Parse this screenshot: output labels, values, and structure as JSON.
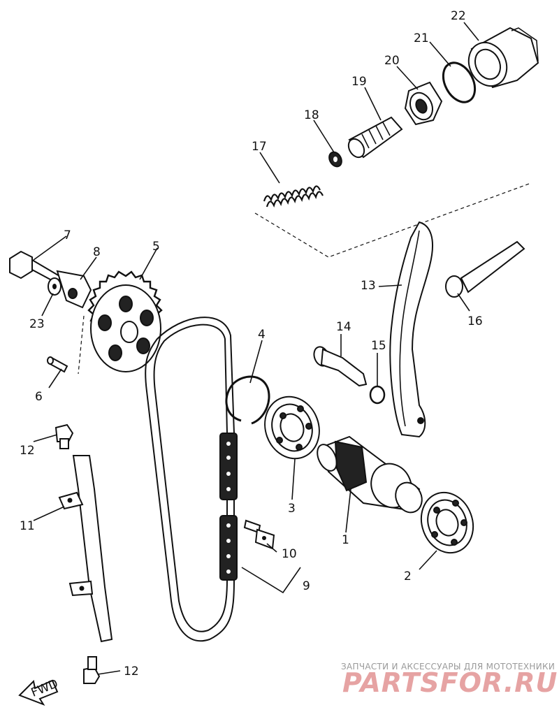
{
  "callouts": {
    "c1": "1",
    "c2": "2",
    "c3": "3",
    "c4": "4",
    "c5": "5",
    "c6": "6",
    "c7": "7",
    "c8": "8",
    "c9": "9",
    "c10": "10",
    "c11": "11",
    "c12a": "12",
    "c12b": "12",
    "c13": "13",
    "c14": "14",
    "c15": "15",
    "c16": "16",
    "c17": "17",
    "c18": "18",
    "c19": "19",
    "c20": "20",
    "c21": "21",
    "c22": "22",
    "c23": "23"
  },
  "fwd_label": "FWD",
  "watermark": {
    "tagline": "ЗАПЧАСТИ И АКСЕССУАРЫ ДЛЯ МОТОТЕХНИКИ",
    "brand": "PARTSFOR.RU"
  }
}
